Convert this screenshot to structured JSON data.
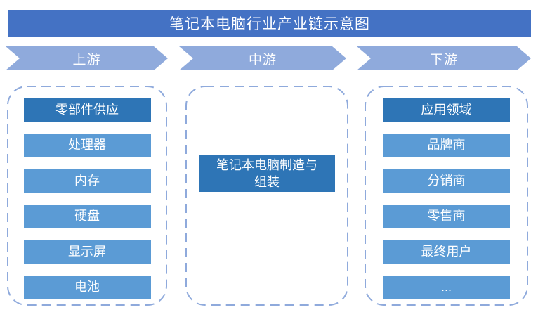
{
  "title": "笔记本电脑行业产业链示意图",
  "stages": [
    {
      "label": "上游",
      "items": [
        {
          "label": "零部件供应",
          "emphasis": true
        },
        {
          "label": "处理器",
          "emphasis": false
        },
        {
          "label": "内存",
          "emphasis": false
        },
        {
          "label": "硬盘",
          "emphasis": false
        },
        {
          "label": "显示屏",
          "emphasis": false
        },
        {
          "label": "电池",
          "emphasis": false
        }
      ]
    },
    {
      "label": "中游",
      "items": [
        {
          "label": "笔记本电脑制造与组装",
          "emphasis": true
        }
      ]
    },
    {
      "label": "下游",
      "items": [
        {
          "label": "应用领域",
          "emphasis": true
        },
        {
          "label": "品牌商",
          "emphasis": false
        },
        {
          "label": "分销商",
          "emphasis": false
        },
        {
          "label": "零售商",
          "emphasis": false
        },
        {
          "label": "最终用户",
          "emphasis": false
        },
        {
          "label": "...",
          "emphasis": false
        }
      ]
    }
  ],
  "colors": {
    "title_bar": "#4472C4",
    "chevron": "#8FAADC",
    "box_dark": "#2E75B6",
    "box_light": "#5B9BD5",
    "dashed_border": "#8FAADC",
    "text_on_blue": "#FFFFFF",
    "background": "#FFFFFF"
  }
}
